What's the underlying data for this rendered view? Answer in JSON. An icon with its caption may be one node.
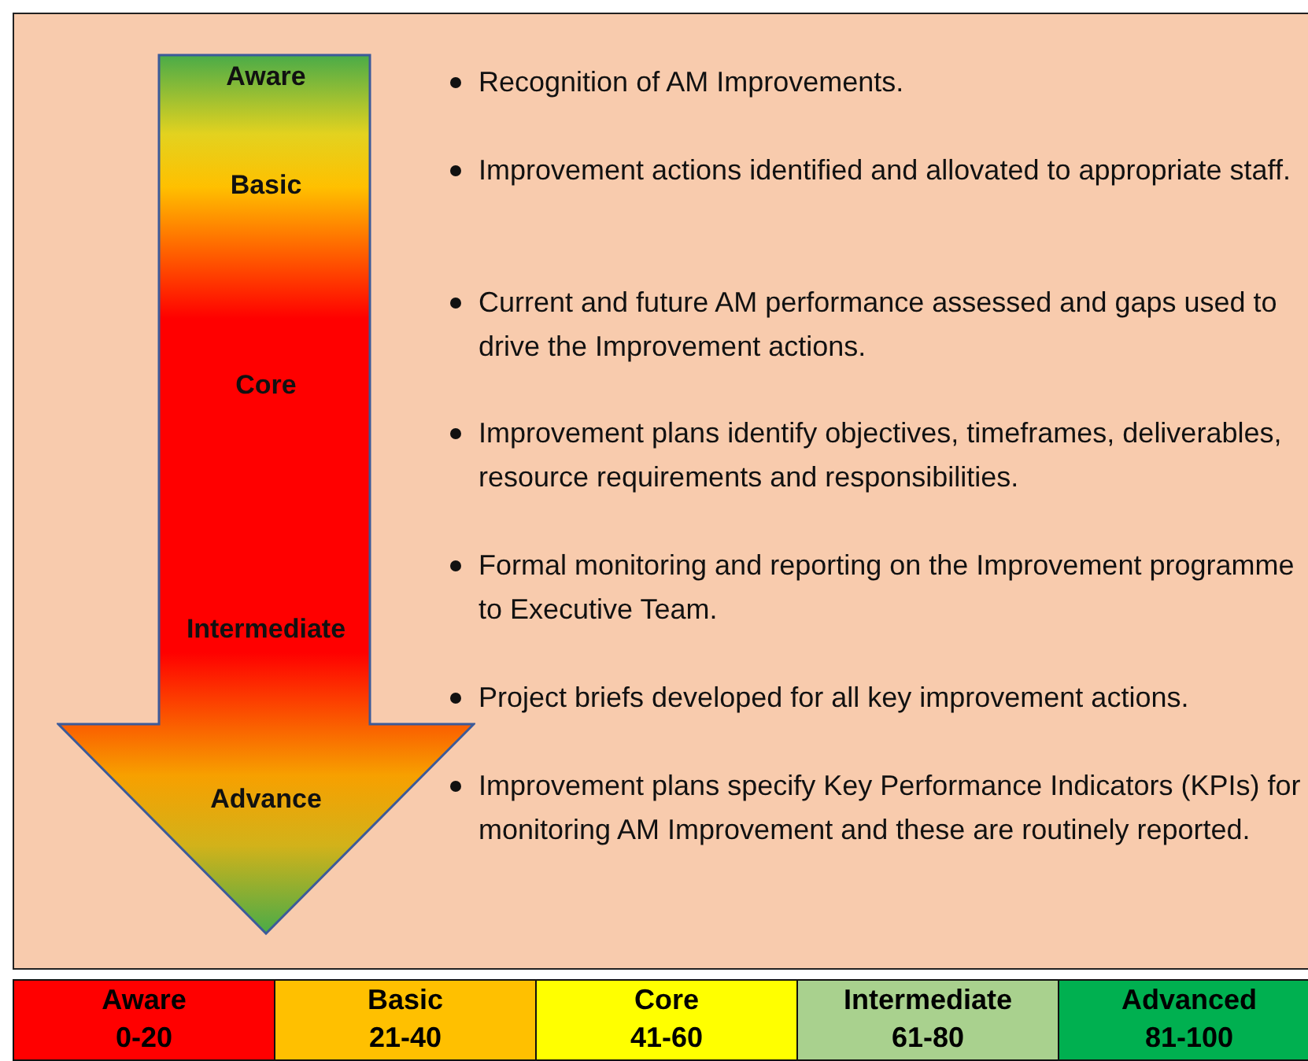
{
  "diagram": {
    "nodes": [
      {
        "text": [
          "Aware",
          "Basic",
          "Core",
          "Intermediate",
          "Advance"
        ]
      }
    ],
    "labels": [
      "Recognition of AM Improvements.",
      "Improvement actions identified and allovated to appropriate staff.",
      "Current and future AM performance assessed and gaps used to drive the Improvement actions.",
      "Improvement plans identify objectives, timeframes, deliverables, resource requirements and responsibilities.",
      "Formal monitoring and reporting on the Improvement programme to Executive Team.",
      "Project briefs developed for all key improvement actions.",
      "Improvement plans specify Key Performance Indicators (KPIs) for monitoring AM Improvement and these are routinely reported.",
      "Aware",
      "0-20",
      "Basic",
      "21-40",
      "Core",
      "41-60",
      "Intermediate",
      "61-80",
      "Advanced",
      "81-100"
    ]
  }
}
